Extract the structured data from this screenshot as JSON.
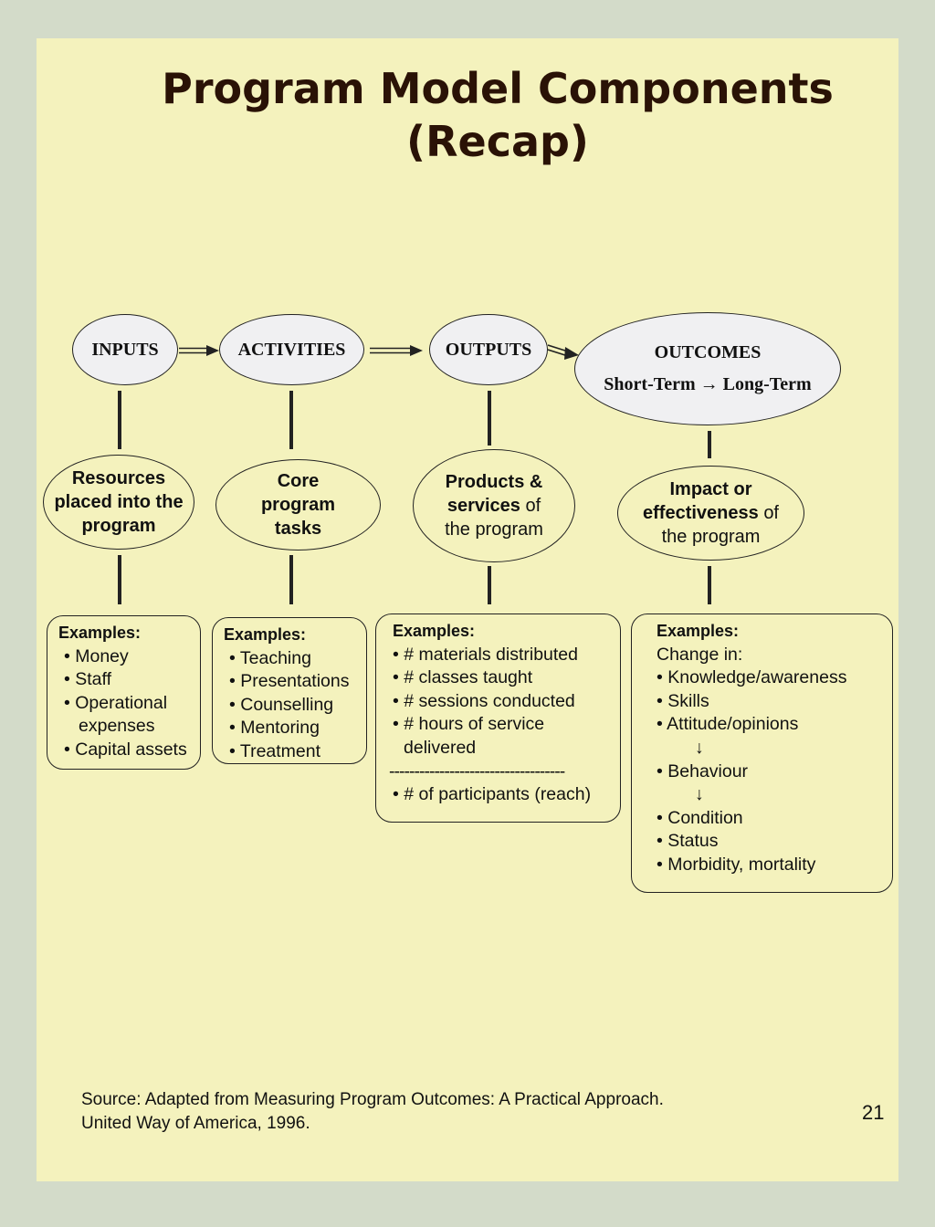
{
  "title": {
    "line1": "Program Model Components",
    "line2": "(Recap)"
  },
  "stages": [
    {
      "name": "INPUTS",
      "desc_bold": "Resources placed into the program",
      "desc_normal": "",
      "examples_header": "Examples:",
      "items": [
        "• Money",
        "• Staff",
        "• Operational",
        "expenses",
        "• Capital assets"
      ]
    },
    {
      "name": "ACTIVITIES",
      "desc_bold": "Core program tasks",
      "desc_normal": "",
      "examples_header": "Examples:",
      "items": [
        "• Teaching",
        "• Presentations",
        "• Counselling",
        "• Mentoring",
        "• Treatment"
      ]
    },
    {
      "name": "OUTPUTS",
      "desc_bold": "Products & services",
      "desc_normal": "of the program",
      "examples_header": "Examples:",
      "items": [
        "• # materials distributed",
        "• # classes taught",
        "• # sessions conducted",
        "• # hours of service",
        "delivered"
      ],
      "separator": "-----------------------------------",
      "extra_item": "• # of participants (reach)"
    },
    {
      "name": "OUTCOMES",
      "subtitle": "Short-Term → Long-Term",
      "desc_bold": "Impact or effectiveness",
      "desc_normal": "of the program",
      "examples_header": "Examples:",
      "intro": "Change in:",
      "items": [
        "• Knowledge/awareness",
        "• Skills",
        "• Attitude/opinions",
        "↓",
        "• Behaviour",
        "↓",
        "• Condition",
        "• Status",
        "• Morbidity, mortality"
      ]
    }
  ],
  "source": {
    "line1": "Source: Adapted from Measuring Program Outcomes: A Practical Approach.",
    "line2": "United Way of America, 1996."
  },
  "page_number": "21"
}
